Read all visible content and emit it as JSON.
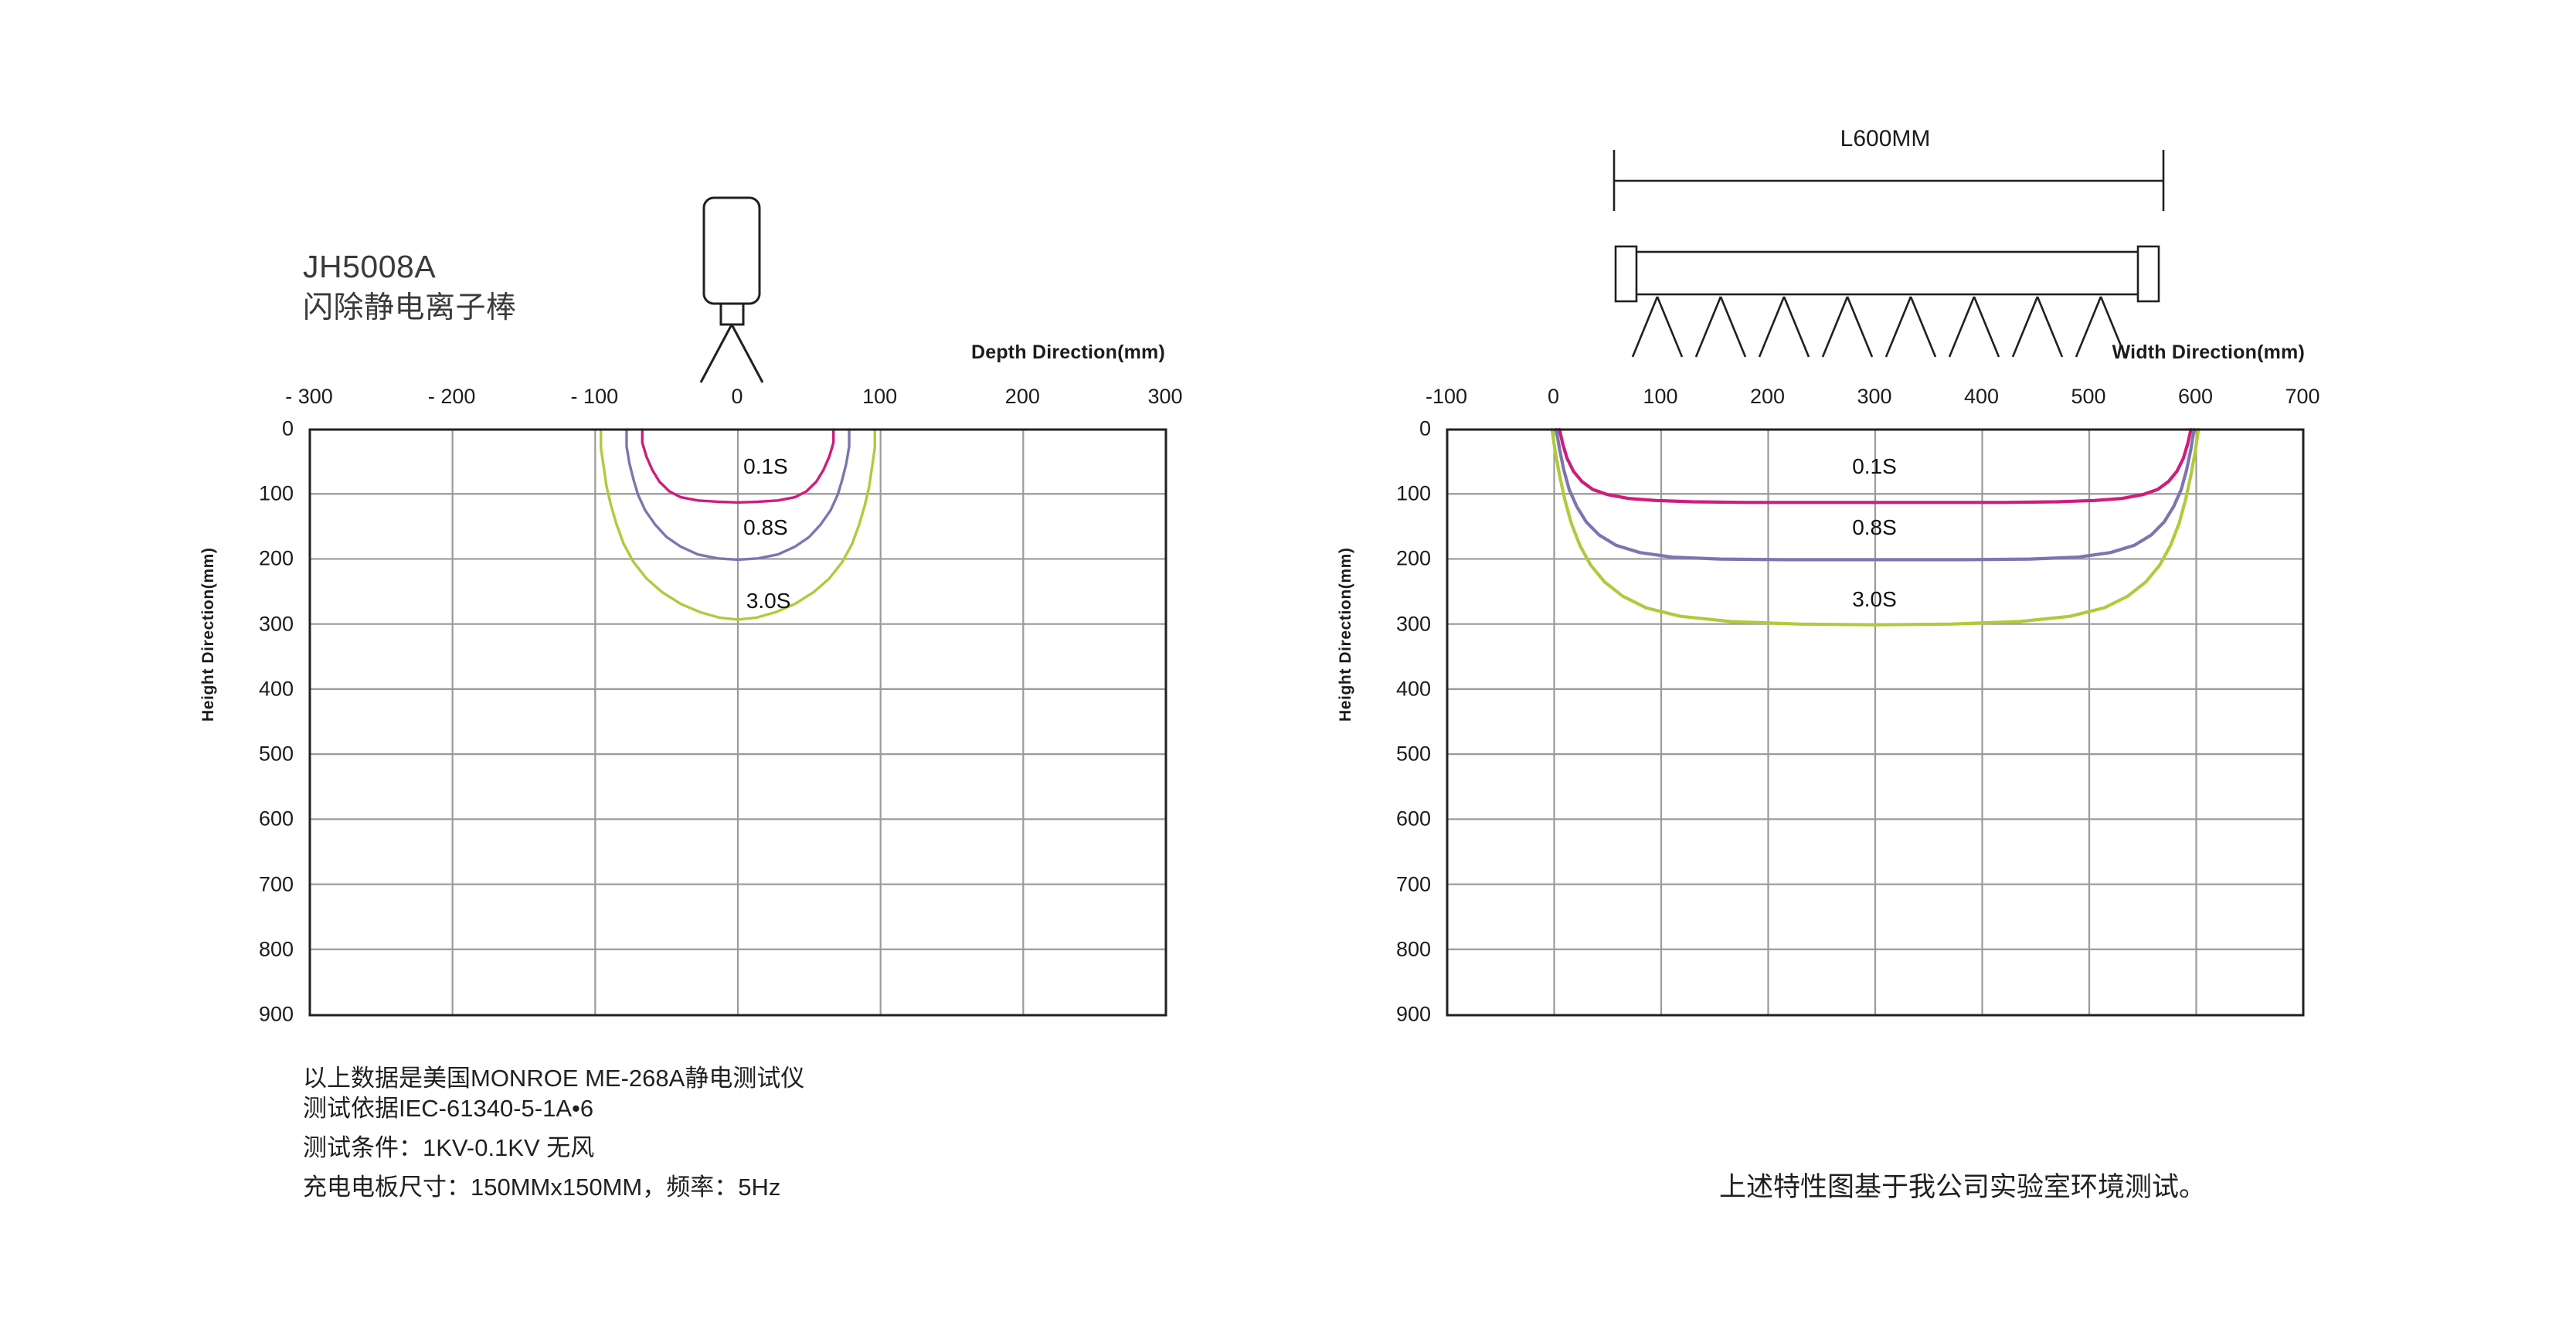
{
  "product": {
    "model": "JH5008A",
    "name_cn": "闪除静电离子棒"
  },
  "bar_diagram": {
    "dimension_label": "L600MM",
    "emitter_count": 8
  },
  "footnotes": {
    "line1": "以上数据是美国MONROE ME-268A静电测试仪",
    "line2": "测试依据IEC-61340-5-1A•6",
    "line3": "测试条件：1KV-0.1KV 无风",
    "line4": "充电电板尺寸：150MMx150MM，频率：5Hz"
  },
  "lab_note": "上述特性图基于我公司实验室环境测试。",
  "colors": {
    "curve_0_1s": "#CE1D7C",
    "curve_0_8s": "#7B76B0",
    "curve_3_0s": "#AFCB3C",
    "grid": "#9a9a9a",
    "frame": "#231f20",
    "text": "#231f20"
  },
  "chart_data": [
    {
      "id": "depth-chart",
      "type": "line",
      "title": "",
      "xlabel": "Depth Direction(mm)",
      "ylabel": "Height Direction(mm)",
      "xlim": [
        -300,
        300
      ],
      "ylim": [
        0,
        900
      ],
      "y_inverted": true,
      "grid": true,
      "xticks": [
        -300,
        -200,
        -100,
        0,
        100,
        200,
        300
      ],
      "xtick_labels": [
        "- 300",
        "- 200",
        "- 100",
        "0",
        "100",
        "200",
        "300"
      ],
      "yticks": [
        0,
        100,
        200,
        300,
        400,
        500,
        600,
        700,
        800,
        900
      ],
      "ytick_labels": [
        "0",
        "100",
        "200",
        "300",
        "400",
        "500",
        "600",
        "700",
        "800",
        "900"
      ],
      "legend_position": "inline",
      "series": [
        {
          "name": "0.1S",
          "color": "#CE1D7C",
          "label_x": 20,
          "label_y": 58,
          "x": [
            -67,
            -67,
            -64,
            -60,
            -55,
            -48,
            -40,
            -28,
            -14,
            0,
            14,
            28,
            40,
            48,
            55,
            60,
            64,
            67,
            67
          ],
          "y": [
            0,
            20,
            42,
            62,
            80,
            95,
            104,
            109,
            111,
            112,
            111,
            109,
            104,
            95,
            80,
            62,
            42,
            20,
            0
          ]
        },
        {
          "name": "0.8S",
          "color": "#7B76B0",
          "label_x": 20,
          "label_y": 152,
          "x": [
            -78,
            -78,
            -76,
            -73,
            -70,
            -65,
            -58,
            -50,
            -40,
            -28,
            -14,
            0,
            14,
            28,
            40,
            50,
            58,
            65,
            70,
            73,
            76,
            78,
            78
          ],
          "y": [
            0,
            26,
            52,
            78,
            100,
            124,
            146,
            165,
            180,
            192,
            198,
            200,
            198,
            192,
            180,
            165,
            146,
            124,
            100,
            78,
            52,
            26,
            0
          ]
        },
        {
          "name": "3.0S",
          "color": "#AFCB3C",
          "label_x": 22,
          "label_y": 265,
          "x": [
            -96,
            -96,
            -94,
            -92,
            -89,
            -85,
            -80,
            -73,
            -64,
            -53,
            -40,
            -26,
            -13,
            0,
            13,
            26,
            40,
            53,
            64,
            73,
            80,
            85,
            89,
            92,
            94,
            96,
            96
          ],
          "y": [
            0,
            28,
            58,
            88,
            116,
            146,
            176,
            204,
            229,
            250,
            268,
            281,
            289,
            292,
            289,
            281,
            268,
            250,
            229,
            204,
            176,
            146,
            116,
            88,
            58,
            28,
            0
          ]
        }
      ]
    },
    {
      "id": "width-chart",
      "type": "line",
      "title": "",
      "xlabel": "Width Direction(mm)",
      "ylabel": "Height Direction(mm)",
      "xlim": [
        -100,
        700
      ],
      "ylim": [
        0,
        900
      ],
      "y_inverted": true,
      "grid": true,
      "xticks": [
        -100,
        0,
        100,
        200,
        300,
        400,
        500,
        600,
        700
      ],
      "xtick_labels": [
        "-100",
        "0",
        "100",
        "200",
        "300",
        "400",
        "500",
        "600",
        "700"
      ],
      "yticks": [
        0,
        100,
        200,
        300,
        400,
        500,
        600,
        700,
        800,
        900
      ],
      "ytick_labels": [
        "0",
        "100",
        "200",
        "300",
        "400",
        "500",
        "600",
        "700",
        "800",
        "900"
      ],
      "legend_position": "inline",
      "series": [
        {
          "name": "0.1S",
          "color": "#CE1D7C",
          "label_x": 300,
          "label_y": 58,
          "x": [
            5,
            8,
            12,
            18,
            26,
            36,
            50,
            70,
            95,
            130,
            180,
            240,
            300,
            360,
            420,
            470,
            505,
            530,
            550,
            564,
            574,
            582,
            588,
            592,
            595
          ],
          "y": [
            0,
            22,
            44,
            64,
            80,
            92,
            100,
            106,
            109,
            111,
            112,
            112,
            112,
            112,
            112,
            111,
            109,
            106,
            100,
            92,
            80,
            64,
            44,
            22,
            0
          ]
        },
        {
          "name": "0.8S",
          "color": "#7B76B0",
          "label_x": 300,
          "label_y": 152,
          "x": [
            2,
            5,
            9,
            14,
            21,
            30,
            42,
            58,
            80,
            110,
            155,
            215,
            300,
            385,
            445,
            490,
            520,
            542,
            558,
            570,
            579,
            586,
            591,
            595,
            598
          ],
          "y": [
            0,
            30,
            62,
            92,
            118,
            142,
            162,
            178,
            189,
            196,
            199,
            200,
            200,
            200,
            199,
            196,
            189,
            178,
            162,
            142,
            118,
            92,
            62,
            30,
            0
          ]
        },
        {
          "name": "3.0S",
          "color": "#AFCB3C",
          "label_x": 300,
          "label_y": 262,
          "x": [
            -2,
            1,
            5,
            10,
            16,
            24,
            34,
            47,
            64,
            86,
            118,
            165,
            230,
            300,
            370,
            435,
            482,
            514,
            536,
            553,
            566,
            576,
            584,
            590,
            595,
            599,
            602
          ],
          "y": [
            0,
            34,
            70,
            108,
            144,
            178,
            208,
            234,
            256,
            274,
            287,
            295,
            299,
            300,
            299,
            295,
            287,
            274,
            256,
            234,
            208,
            178,
            144,
            108,
            70,
            34,
            0
          ]
        }
      ]
    }
  ]
}
